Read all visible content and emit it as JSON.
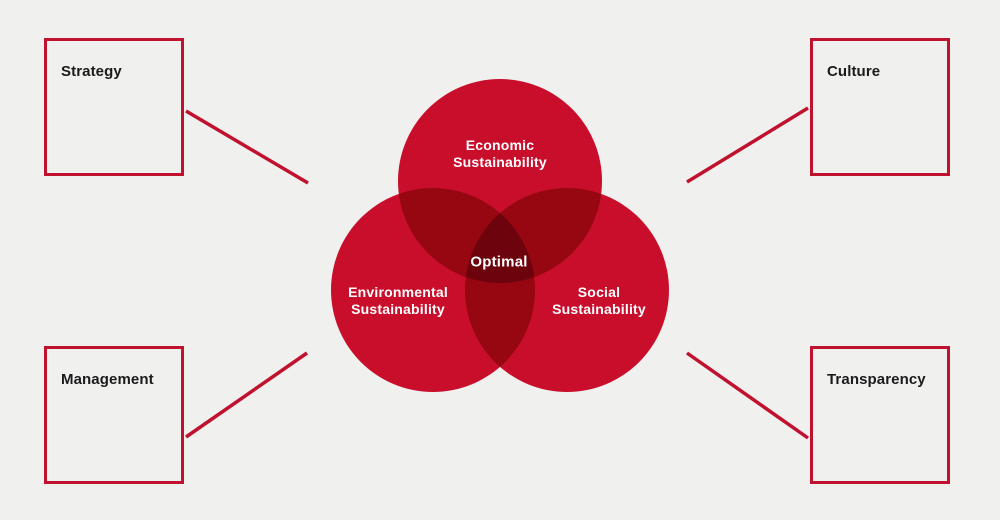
{
  "colors": {
    "background": "#f0f0ef",
    "accent": "#c0112f",
    "circle": "#c90e2c",
    "overlap_two": "#970712",
    "overlap_three": "#6d040d",
    "box_label": "#1b1b1b",
    "circle_label": "#ffffff"
  },
  "venn": {
    "circles": [
      {
        "id": "economic",
        "label": "Economic\nSustainability"
      },
      {
        "id": "environmental",
        "label": "Environmental\nSustainability"
      },
      {
        "id": "social",
        "label": "Social\nSustainability"
      }
    ],
    "center_label": "Optimal"
  },
  "corner_boxes": [
    {
      "id": "strategy",
      "label": "Strategy"
    },
    {
      "id": "culture",
      "label": "Culture"
    },
    {
      "id": "management",
      "label": "Management"
    },
    {
      "id": "transparency",
      "label": "Transparency"
    }
  ]
}
